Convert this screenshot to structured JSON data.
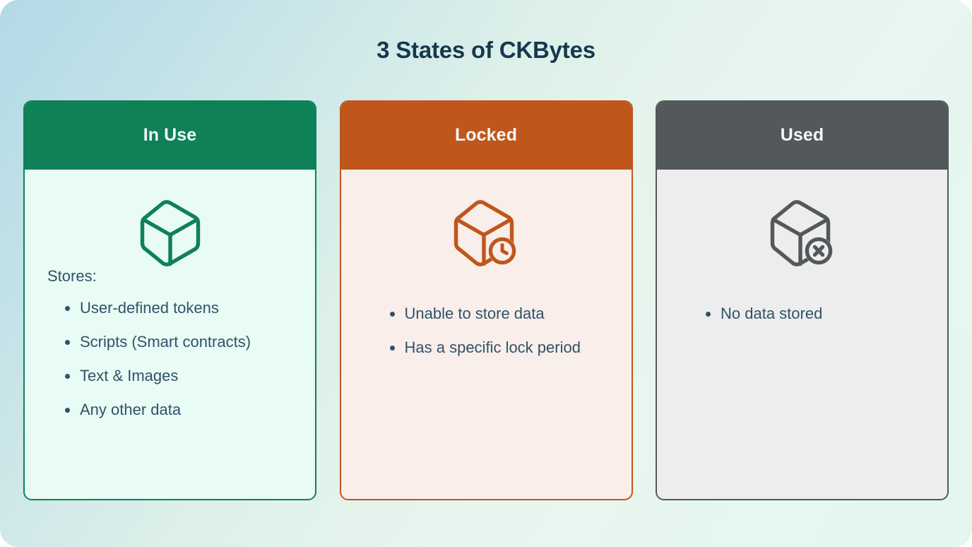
{
  "page": {
    "title": "3 States of CKBytes",
    "background_from": "#b3dae7",
    "background_to": "#e4f6ef"
  },
  "cards": [
    {
      "id": "in-use",
      "header_label": "In Use",
      "header_color": "#0e8157",
      "body_color": "#e8fbf4",
      "border_color": "#0e8157",
      "icon": "cube-icon",
      "icon_color": "#0e8157",
      "intro_label": "Stores:",
      "bullets": [
        "User-defined tokens",
        "Scripts (Smart contracts)",
        "Text & Images",
        "Any other data"
      ]
    },
    {
      "id": "locked",
      "header_label": "Locked",
      "header_color": "#c0561c",
      "body_color": "#f9eeea",
      "border_color": "#c0561c",
      "icon": "cube-clock-icon",
      "icon_color": "#c0561c",
      "intro_label": "",
      "bullets": [
        "Unable to store data",
        "Has a specific lock period"
      ]
    },
    {
      "id": "used",
      "header_label": "Used",
      "header_color": "#53585b",
      "body_color": "#ededed",
      "border_color": "#53585b",
      "icon": "cube-x-icon",
      "icon_color": "#53585b",
      "intro_label": "",
      "bullets": [
        "No data stored"
      ]
    }
  ]
}
